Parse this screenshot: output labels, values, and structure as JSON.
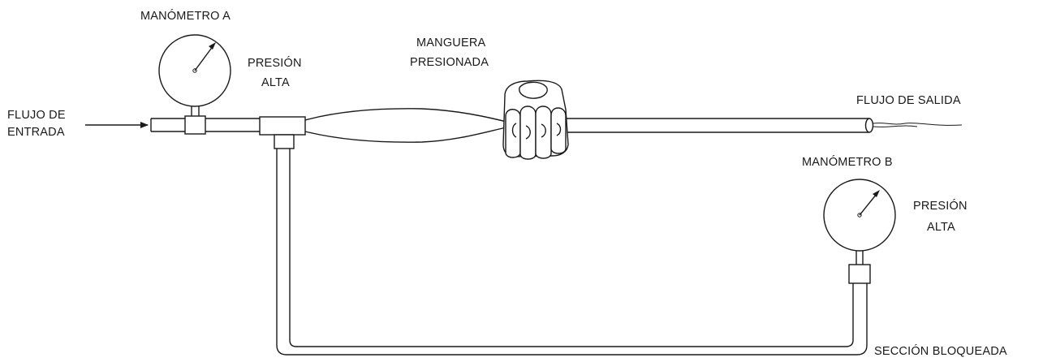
{
  "labels": {
    "gauge_a": "MANÓMETRO A",
    "gauge_a_pressure_line1": "PRESIÓN",
    "gauge_a_pressure_line2": "ALTA",
    "hose_line1": "MANGUERA",
    "hose_line2": "PRESIONADA",
    "inflow_line1": "FLUJO DE",
    "inflow_line2": "ENTRADA",
    "outflow": "FLUJO DE SALIDA",
    "gauge_b": "MANÓMETRO B",
    "gauge_b_pressure_line1": "PRESIÓN",
    "gauge_b_pressure_line2": "ALTA",
    "blocked_section": "SECCIÓN BLOQUEADA"
  },
  "icons": {
    "gauge_a": "pressure-gauge-icon",
    "gauge_b": "pressure-gauge-icon",
    "hand": "squeezing-hand-icon",
    "inflow_arrow": "arrow-right-icon"
  },
  "colors": {
    "line": "#1a1a1a",
    "background": "#ffffff"
  }
}
